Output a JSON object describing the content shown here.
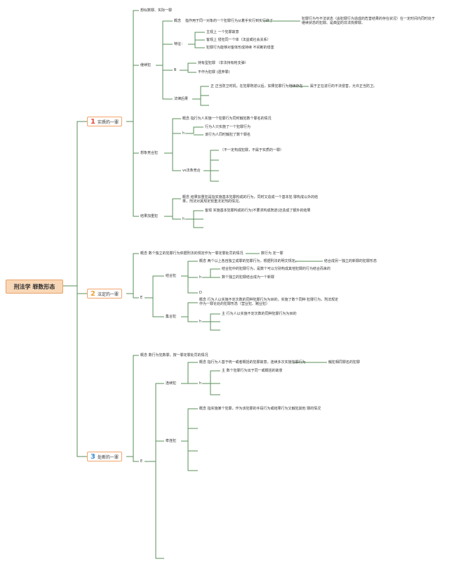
{
  "root": {
    "label": "刑法学 罪数形态"
  },
  "sections": [
    {
      "num": "1",
      "label": "实质的一罪"
    },
    {
      "num": "2",
      "label": "法定的一罪"
    },
    {
      "num": "3",
      "label": "处断的一罪"
    }
  ],
  "s1": {
    "top": "想似数罪、实际一罪",
    "jixu": {
      "label": "继续犯",
      "gainian_label": "概念",
      "gainian": "指作用于同一对象的一个犯罪行为从着手实行到实行终了",
      "gainian_right": "犯罪行为与不法状态（由犯罪行为造成的危害结果的存在状况）在一定时间内同时处于继续状态的犯罪。是典型的非法拘禁罪。",
      "tezheng_label": "特征：",
      "tezheng": [
        "主观上 一个犯罪故意",
        "客观上 侵犯同一个体（法益或社会关系）",
        "犯罪行为能够对客体形成持续 不间断的侵害"
      ],
      "b_label": "B",
      "b_items": [
        "持有型犯罪 （非法持有枪支弹）",
        "不作为犯罪 (遗弃罪)"
      ],
      "law_label": "法律后果",
      "law_text": "正 正当防卫时机。在犯罪既遂以后，如果犯罪行为继续存在",
      "law_right": "属于正在进行的不法侵害，允许正当防卫。"
    },
    "xiangxiang": {
      "label": "想象竞合犯",
      "gainian": "概念 指行为人实施一个犯罪行为同时触犯数个罪名的情况",
      "h_label": "h",
      "h_items": [
        "行为人只实施了一个犯罪行为",
        "该行为人同时触犯了数个罪名"
      ],
      "vs_label": "vs法条竞合",
      "vs_item": "（不一定构成犯罪，不属于实质的一罪）"
    },
    "jieguo": {
      "label": "结果加重犯",
      "gainian": "概念 结果加重犯是指实施基本犯罪构成的行为，同时又造成一个基本犯 罪构成以外的结果，刑法对其规定较重法定刑的情况。",
      "h_label": "h",
      "h_item": "客观 实施基本犯罪构成的行为(不要求构成既遂)还造成了额外的结果"
    }
  },
  "s2": {
    "gainian": "概念 数个独立的犯罪行为依据刑法的规定作为一罪定罪处罚的情况",
    "gainian_right": "数行为 定一罪",
    "e_label": "E",
    "jiehe": {
      "label": "结合犯",
      "gainian": "概念 两个以上各自独立成罪的犯罪行为，根据刑法的明文规定，",
      "gainian_right": "结合成另一独立的新罪的犯罪形态",
      "h_label": "h",
      "h_items": [
        "结合犯中的犯罪行为，是数个可以分别构成其他犯罪的行为结合而来的",
        "数个独立的犯罪结合成为一个新罪"
      ],
      "d_label": "D"
    },
    "jihe": {
      "label": "集合犯",
      "gainian": "概念 行为人以实施不定次数的同种犯罪行为为目的，实施了数个同种 犯罪行为，刑法规定作为一罪论处的犯罪形态（营业犯、赌业犯）",
      "h_label": "h",
      "h_item": "主 行为人以实施不定次数的同种犯罪行为为目的"
    }
  },
  "s3": {
    "gainian": "概念 数行为犯数罪，按一罪定罪处罚的情况",
    "e_label": "E",
    "lianxu": {
      "label": "连续犯",
      "gainian": "概念 指行为人基于统一或者概括的犯罪故意，连续多次实施犯罪行为",
      "gainian_right": "触犯相同罪名的犯罪",
      "h_label": "h",
      "h_item": "主 数个犯罪行为出于同一或概括的故意"
    },
    "qianlian": {
      "label": "牵连犯",
      "gainian": "概念 指实施某个犯罪，作为该犯罪的手段行为或结果行为又触犯其他 罪的情况"
    }
  }
}
